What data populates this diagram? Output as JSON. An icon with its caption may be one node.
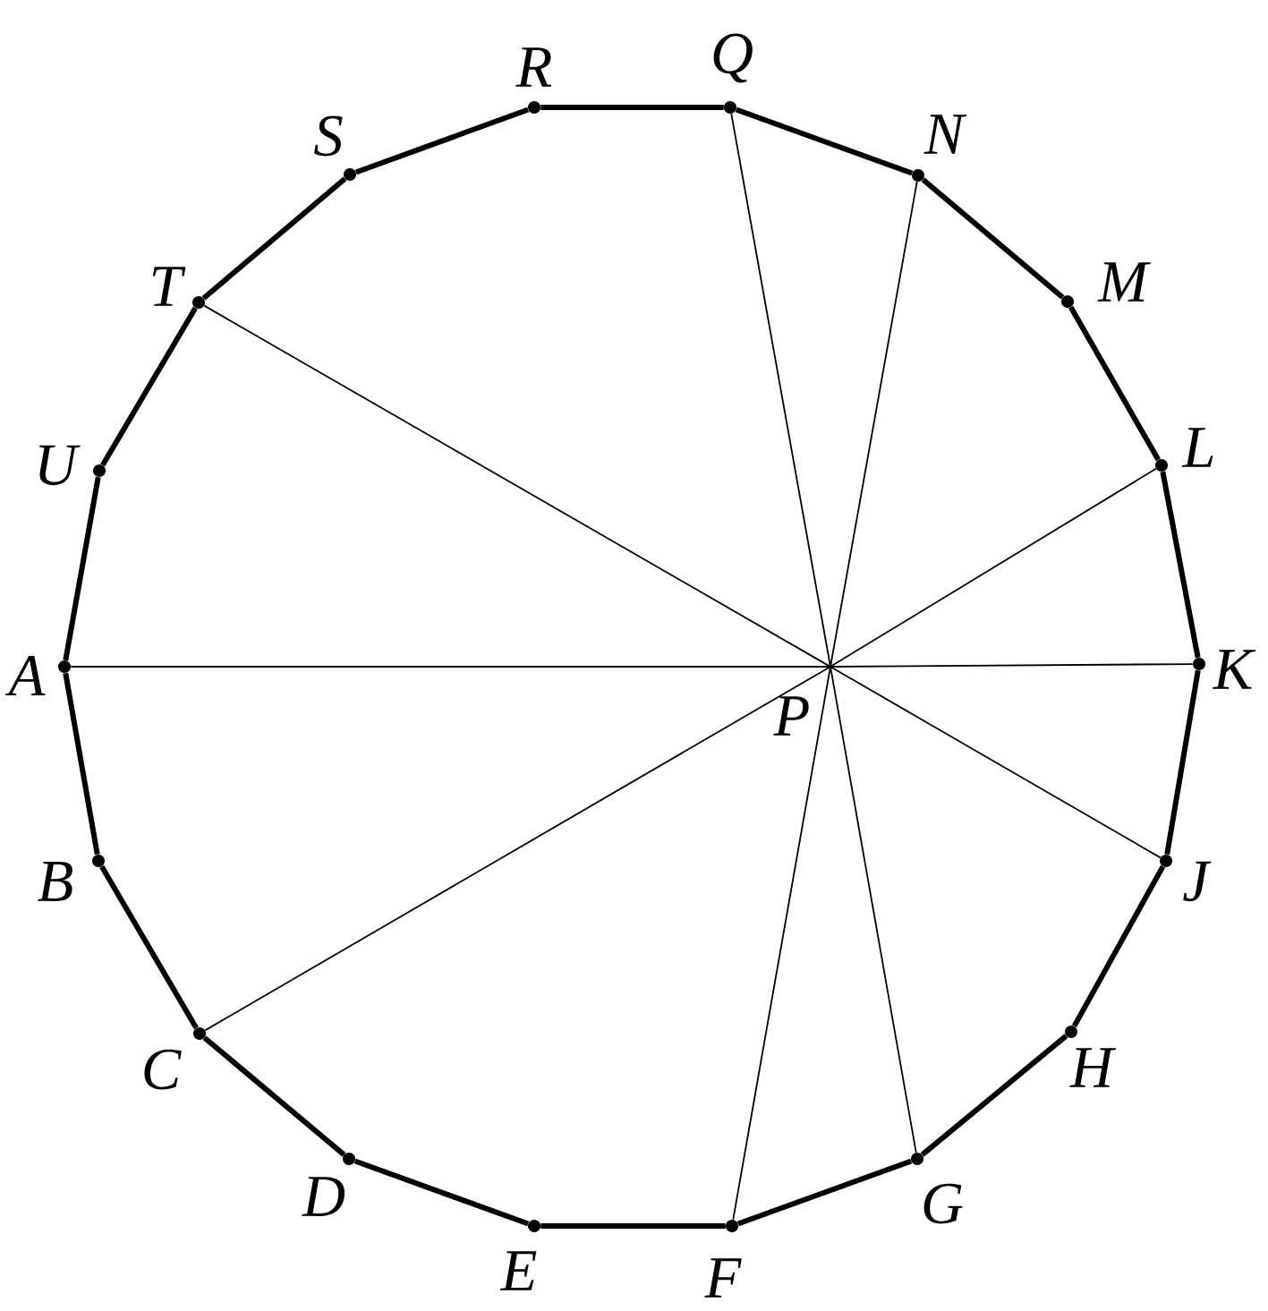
{
  "diagram": {
    "nodes": [
      {
        "text": [
          "A"
        ]
      },
      {
        "text": [
          "B"
        ]
      },
      {
        "text": [
          "C"
        ]
      },
      {
        "text": [
          "D"
        ]
      },
      {
        "text": [
          "E"
        ]
      },
      {
        "text": [
          "F"
        ]
      },
      {
        "text": [
          "G"
        ]
      },
      {
        "text": [
          "H"
        ]
      },
      {
        "text": [
          "J"
        ]
      },
      {
        "text": [
          "K"
        ]
      },
      {
        "text": [
          "L"
        ]
      },
      {
        "text": [
          "M"
        ]
      },
      {
        "text": [
          "N"
        ]
      },
      {
        "text": [
          "Q"
        ]
      },
      {
        "text": [
          "R"
        ]
      },
      {
        "text": [
          "S"
        ]
      },
      {
        "text": [
          "T"
        ]
      },
      {
        "text": [
          "U"
        ]
      },
      {
        "text": [
          "P"
        ]
      }
    ],
    "edges": [
      {
        "from": 0,
        "to": 1,
        "arrow": "none"
      },
      {
        "from": 1,
        "to": 2,
        "arrow": "none"
      },
      {
        "from": 2,
        "to": 3,
        "arrow": "none"
      },
      {
        "from": 3,
        "to": 4,
        "arrow": "none"
      },
      {
        "from": 4,
        "to": 5,
        "arrow": "none"
      },
      {
        "from": 5,
        "to": 6,
        "arrow": "none"
      },
      {
        "from": 6,
        "to": 7,
        "arrow": "none"
      },
      {
        "from": 7,
        "to": 8,
        "arrow": "none"
      },
      {
        "from": 8,
        "to": 9,
        "arrow": "none"
      },
      {
        "from": 9,
        "to": 10,
        "arrow": "none"
      },
      {
        "from": 10,
        "to": 11,
        "arrow": "none"
      },
      {
        "from": 11,
        "to": 12,
        "arrow": "none"
      },
      {
        "from": 12,
        "to": 13,
        "arrow": "none"
      },
      {
        "from": 13,
        "to": 14,
        "arrow": "none"
      },
      {
        "from": 14,
        "to": 15,
        "arrow": "none"
      },
      {
        "from": 15,
        "to": 16,
        "arrow": "none"
      },
      {
        "from": 16,
        "to": 17,
        "arrow": "none"
      },
      {
        "from": 17,
        "to": 0,
        "arrow": "none"
      },
      {
        "from": 18,
        "to": 0,
        "arrow": "none"
      },
      {
        "from": 18,
        "to": 2,
        "arrow": "none"
      },
      {
        "from": 18,
        "to": 5,
        "arrow": "none"
      },
      {
        "from": 18,
        "to": 6,
        "arrow": "none"
      },
      {
        "from": 18,
        "to": 8,
        "arrow": "none"
      },
      {
        "from": 18,
        "to": 9,
        "arrow": "none"
      },
      {
        "from": 18,
        "to": 10,
        "arrow": "none"
      },
      {
        "from": 18,
        "to": 12,
        "arrow": "none"
      },
      {
        "from": 18,
        "to": 13,
        "arrow": "none"
      },
      {
        "from": 18,
        "to": 16,
        "arrow": "none"
      }
    ]
  }
}
